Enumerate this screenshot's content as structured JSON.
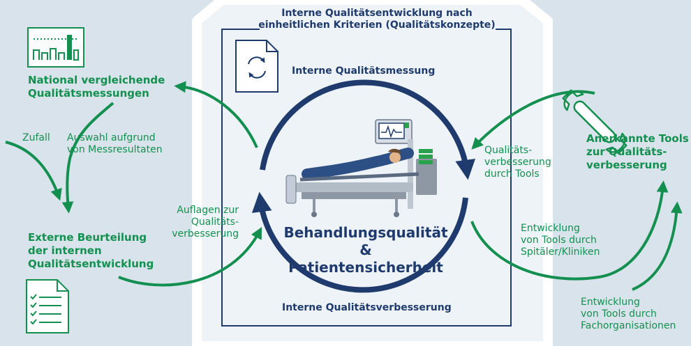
{
  "house": {
    "title_line1": "Interne Qualitätsentwicklung nach",
    "title_line2": "einheitlichen Kriterien (Qualitätskonzepte)"
  },
  "cycle": {
    "top": "Interne Qualitätsmessung",
    "bottom": "Interne Qualitätsverbesserung",
    "center_line1": "Behandlungsqualität &",
    "center_line2": "Patientensicherheit"
  },
  "left": {
    "national_line1": "National vergleichende",
    "national_line2": "Qualitätsmessungen",
    "zufall": "Zufall",
    "auswahl_line1": "Auswahl aufgrund",
    "auswahl_line2": "von Messresultaten",
    "extern_line1": "Externe Beurteilung",
    "extern_line2": "der internen",
    "extern_line3": "Qualitätsentwicklung",
    "auflagen_line1": "Auflagen zur",
    "auflagen_line2": "Qualitäts-",
    "auflagen_line3": "verbesserung"
  },
  "right": {
    "qv_line1": "Qualitäts-",
    "qv_line2": "verbesserung",
    "qv_line3": "durch Tools",
    "tools_line1": "Anerkannte Tools",
    "tools_line2": "zur Qualitäts-",
    "tools_line3": "verbesserung",
    "spit_line1": "Entwicklung",
    "spit_line2": "von Tools durch",
    "spit_line3": "Spitäler/Kliniken",
    "fach_line1": "Entwicklung",
    "fach_line2": "von Tools durch",
    "fach_line3": "Fachorganisationen"
  },
  "colors": {
    "background": "#d9e3ec",
    "green": "#13904f",
    "navy": "#1f3b6d"
  }
}
